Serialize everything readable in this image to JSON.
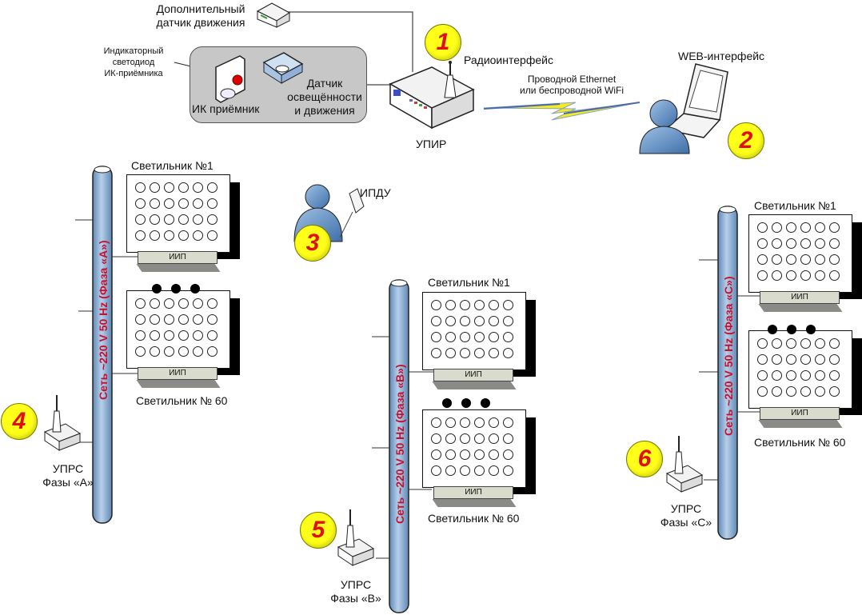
{
  "top": {
    "extra_sensor_label": [
      "Дополнительный",
      "датчик движения"
    ],
    "ir_led_label": [
      "Индикаторный",
      "светодиод",
      "ИК-приёмника"
    ],
    "ir_receiver_label": "ИК приёмник",
    "light_motion_sensor_label": [
      "Датчик",
      "освещённости",
      "и движения"
    ],
    "radio_interface_label": "Радиоинтерфейс",
    "link_label": [
      "Проводной Ethernet",
      "или беспроводной WiFi"
    ],
    "upir_label": "УПИР",
    "web_label": "WEB-интерфейс",
    "remote_label": "ИПДУ"
  },
  "badges": [
    "1",
    "2",
    "3",
    "4",
    "5",
    "6"
  ],
  "phases": [
    {
      "bus_label": "Сеть ~220 V 50 Hz (Фаза «А»)",
      "first_fixture": "Светильник №1",
      "last_fixture": "Светильник № 60",
      "driver_label": "ИИП",
      "upr_label": [
        "УПРС",
        "Фазы «А»"
      ]
    },
    {
      "bus_label": "Сеть ~220 V 50 Hz (Фаза «В»)",
      "first_fixture": "Светильник №1",
      "last_fixture": "Светильник № 60",
      "driver_label": "ИИП",
      "upr_label": [
        "УПРС",
        "Фазы «В»"
      ]
    },
    {
      "bus_label": "Сеть ~220 V 50 Hz (Фаза «С»)",
      "first_fixture": "Светильник №1",
      "last_fixture": "Светильник № 60",
      "driver_label": "ИИП",
      "upr_label": [
        "УПРС",
        "Фазы «С»"
      ]
    }
  ],
  "colors": {
    "badge_fill": "#ffff1a",
    "badge_text": "#e01010",
    "bus_fill": "#8fb2d6",
    "bus_label": "#c8102e",
    "lightning": "#f3ec1f"
  }
}
